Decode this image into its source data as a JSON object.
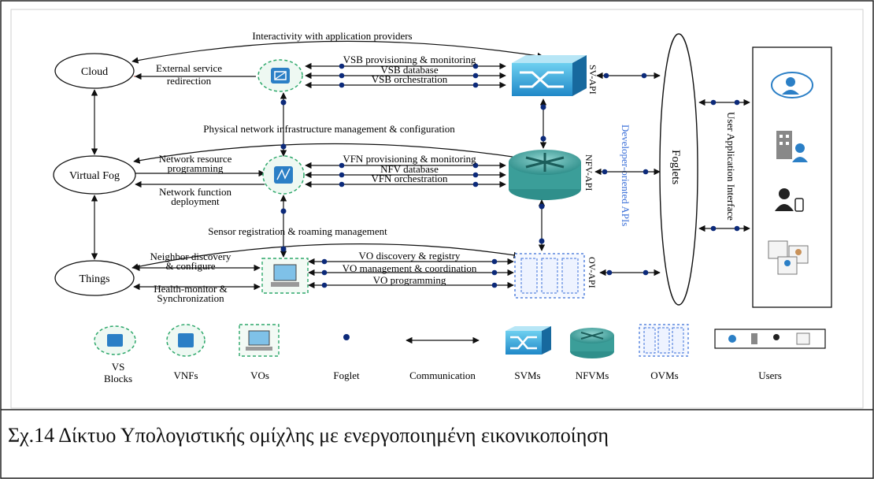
{
  "layers": {
    "cloud": "Cloud",
    "virtual_fog": "Virtual Fog",
    "things": "Things"
  },
  "foglets": "Foglets",
  "api": {
    "sv": "SV-API",
    "nfv": "NFV-API",
    "ov": "OV-API",
    "developer": "Developer-oriented APIs",
    "user_app": "User Application Interface"
  },
  "arcs": {
    "app_providers": "Interactivity with application providers",
    "phys_infra": "Physical network infrastructure management & configuration",
    "sensor": "Sensor registration & roaming management"
  },
  "left_links": {
    "ext_redirect_1": "External service",
    "ext_redirect_2": "redirection",
    "net_res_1": "Network resource",
    "net_res_2": "programming",
    "net_func_1": "Network function",
    "net_func_2": "deployment",
    "neighbor_1": "Neighbor discovery",
    "neighbor_2": "& configure",
    "health_1": "Health-monitor &",
    "health_2": "Synchronization"
  },
  "row_links": {
    "vsb_prov": "VSB provisioning & monitoring",
    "vsb_db": "VSB database",
    "vsb_orch": "VSB orchestration",
    "vfn_prov": "VFN provisioning & monitoring",
    "nfv_db": "NFV database",
    "vfn_orch": "VFN orchestration",
    "vo_disc": "VO discovery & registry",
    "vo_mgmt": "VO management & coordination",
    "vo_prog": "VO programming"
  },
  "legend": {
    "vs_1": "VS",
    "vs_2": "Blocks",
    "vnfs": "VNFs",
    "vos": "VOs",
    "foglet": "Foglet",
    "communication": "Communication",
    "svms": "SVMs",
    "nfvms": "NFVMs",
    "ovms": "OVMs",
    "users": "Users"
  },
  "caption": "Σχ.14   Δίκτυο Υπολογιστικής ομίχλης με ενεργοποιημένη εικονικοποίηση",
  "colors": {
    "accent_blue": "#2b7fc6",
    "teal": "#3a9c9a",
    "green_dash": "#2ea86b",
    "api_blue": "#3a6fd8"
  }
}
